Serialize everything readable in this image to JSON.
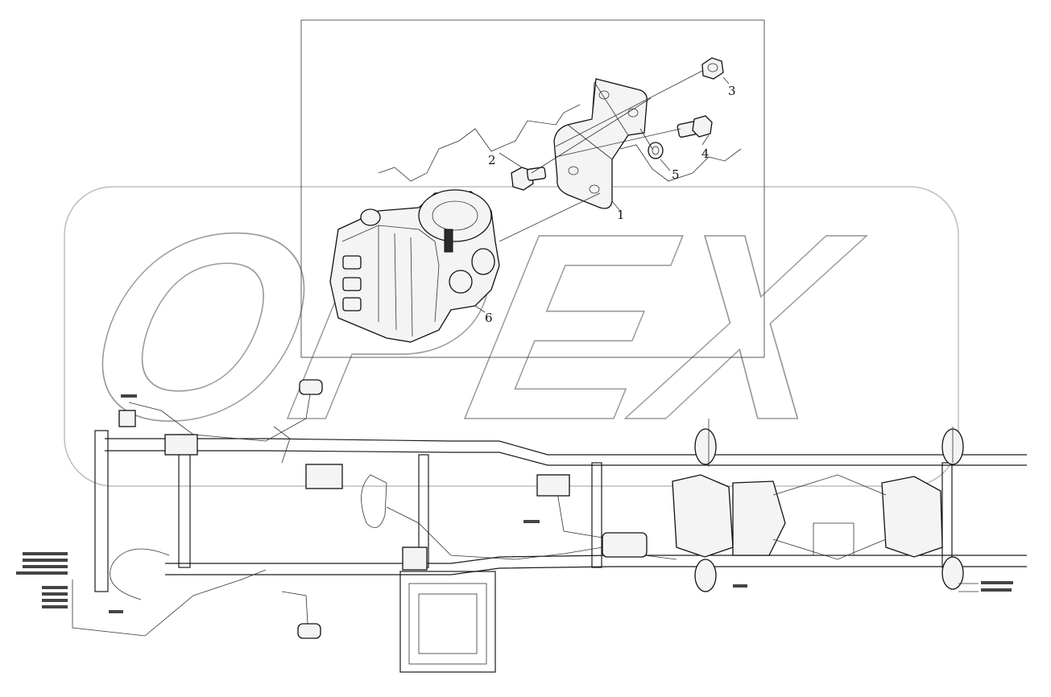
{
  "watermark": {
    "text": "OPEX"
  },
  "callouts": [
    {
      "num": "1"
    },
    {
      "num": "2"
    },
    {
      "num": "3"
    },
    {
      "num": "4"
    },
    {
      "num": "5"
    },
    {
      "num": "6"
    }
  ],
  "chassis_labels": {
    "left_column": [
      "",
      "",
      "",
      ""
    ],
    "left_column_b": [
      "",
      "",
      "",
      ""
    ]
  },
  "colors": {
    "line": "#1a1a1a",
    "watermark": "#9a9a9a",
    "background": "#ffffff"
  }
}
